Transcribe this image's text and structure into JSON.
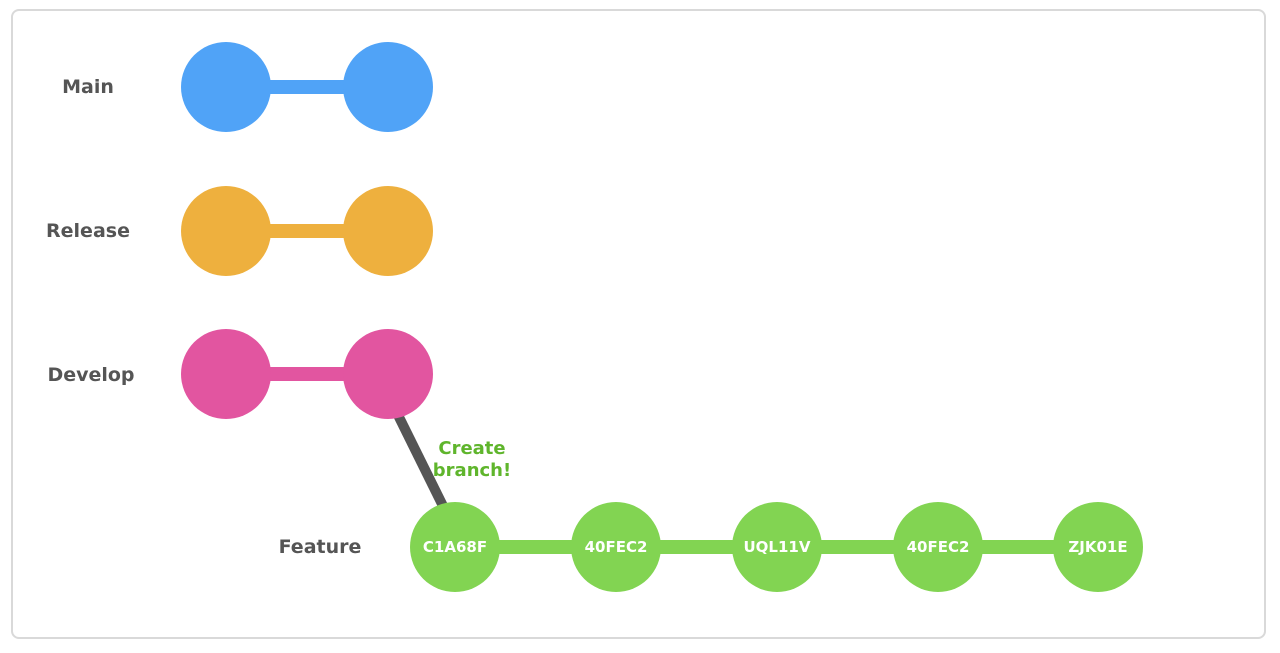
{
  "branches": {
    "main": {
      "label": "Main",
      "color": "#50a3f7",
      "commit_count": 2
    },
    "release": {
      "label": "Release",
      "color": "#eeb03e",
      "commit_count": 2
    },
    "develop": {
      "label": "Develop",
      "color": "#e255a0",
      "commit_count": 2
    },
    "feature": {
      "label": "Feature",
      "color": "#82d452",
      "commits": [
        "C1A68F",
        "40FEC2",
        "UQL11V",
        "40FEC2",
        "ZJK01E"
      ]
    }
  },
  "branch_connector": {
    "color": "#555555",
    "annotation_line1": "Create",
    "annotation_line2": "branch!",
    "annotation_color": "#5fb52c"
  }
}
